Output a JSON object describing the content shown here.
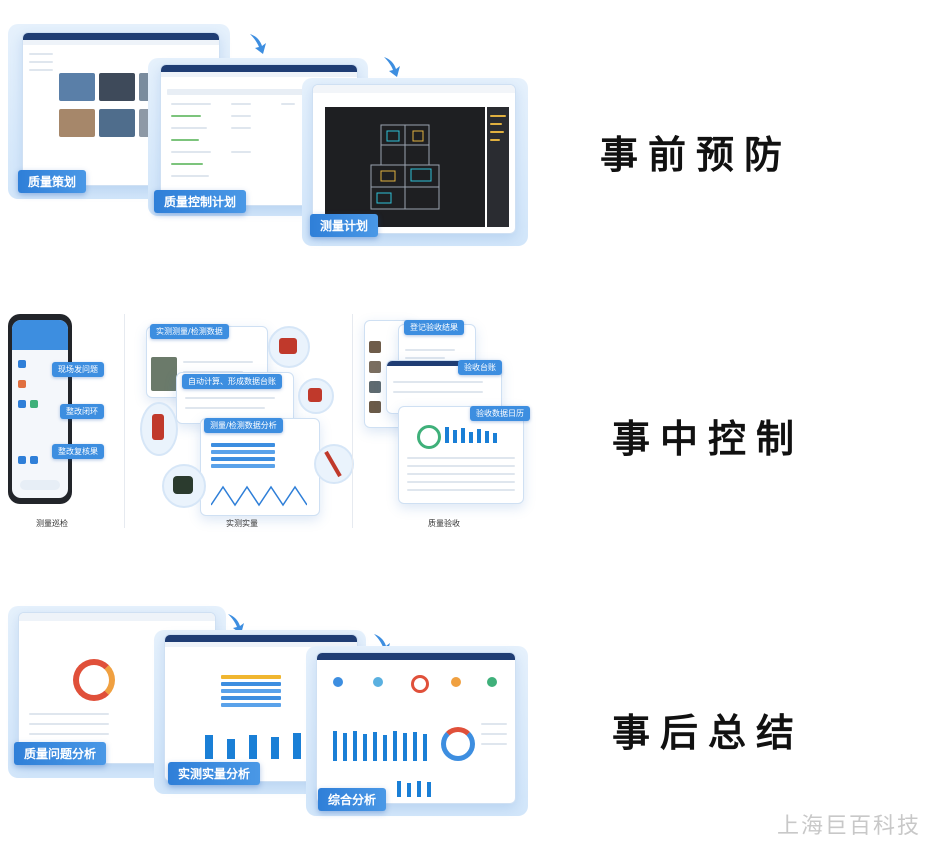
{
  "sections": {
    "prevention": {
      "heading": "事前预防",
      "cards": [
        "质量策划",
        "质量控制计划",
        "测量计划"
      ]
    },
    "control": {
      "heading": "事中控制",
      "groups": [
        "测量巡检",
        "实测实量",
        "质量验收"
      ],
      "phone_steps": [
        "现场发问题",
        "整改闭环",
        "整改复核果"
      ],
      "measure_steps": [
        "实测测量/检测数据",
        "自动计算、形成数据台账",
        "测量/检测数据分析"
      ],
      "accept_steps": [
        "登记验收结果",
        "验收台账",
        "验收数据日历"
      ]
    },
    "summary": {
      "heading": "事后总结",
      "cards": [
        "质量问题分析",
        "实测实量分析",
        "综合分析"
      ]
    }
  },
  "watermark": "上海巨百科技",
  "colors": {
    "accent": "#2f7fd8",
    "navbar": "#1f3d74",
    "bar": "#1a7fd6"
  }
}
